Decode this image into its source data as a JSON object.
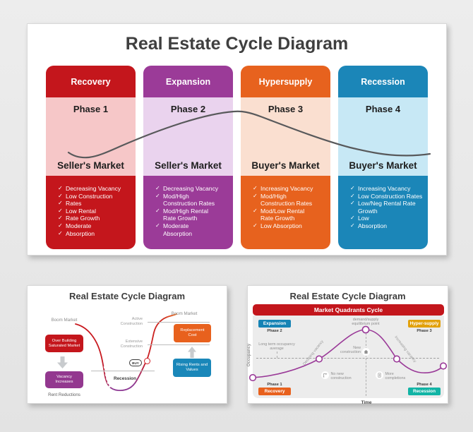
{
  "icons": {
    "check": "✓"
  },
  "main_slide": {
    "title": "Real Estate Cycle Diagram",
    "curve_color": "#58595b",
    "columns": [
      {
        "header": "Recovery",
        "phase": "Phase 1",
        "market": "Seller's Market",
        "color": "#c4161c",
        "tint": "#f6c7c8",
        "items": [
          "Decreasing Vacancy",
          "Low Construction",
          "Rates",
          "Low Rental",
          "Rate Growth",
          "Moderate",
          "Absorption"
        ]
      },
      {
        "header": "Expansion",
        "phase": "Phase 2",
        "market": "Seller's Market",
        "color": "#9b3b98",
        "tint": "#ead3ee",
        "items": [
          "Decreasing Vacancy",
          "Mod/High\nConstruction Rates",
          "Mod/High Rental\nRate Growth",
          "Moderate\nAbsorption"
        ]
      },
      {
        "header": "Hypersupply",
        "phase": "Phase 3",
        "market": "Buyer's Market",
        "color": "#e7621e",
        "tint": "#fadfd0",
        "items": [
          "Increasing Vacancy",
          "Mod/High\nConstruction Rates",
          "Mod/Low Rental\nRate Growth",
          "Low Absorption"
        ]
      },
      {
        "header": "Recession",
        "phase": "Phase 4",
        "market": "Buyer's Market",
        "color": "#1b86b8",
        "tint": "#c7e8f5",
        "items": [
          "Increasing Vacancy",
          "Low Construction Rates",
          "Low/Neg Rental Rate\nGrowth",
          "Low",
          "Absorption"
        ]
      }
    ]
  },
  "cycle_slide": {
    "title": "Real Estate Cycle Diagram",
    "boom_market_left": "Boom Market",
    "boom_market_right": "Boom Market",
    "over_building": "Over Building\nSaturated Market",
    "vacancy_increases": "Vacancy\nIncreases",
    "rent_reductions": "Rent Reductions",
    "active_construction": "Active\nConstruction",
    "extensive_construction": "Extensive\nConstruction",
    "replacement_cost": "Replacement\nCost",
    "rising_rents": "Rising Rents and\nValues",
    "buy": "BUY",
    "recession": "Recession",
    "colors": {
      "over_building": "#c4161c",
      "vacancy": "#93388f",
      "replacement": "#e8611d",
      "rising": "#1a87b9",
      "curve_red": "#c8181e",
      "curve_purple": "#8e3a94",
      "curve_orange": "#ee7b2e"
    }
  },
  "quadrant_slide": {
    "title": "Real Estate Cycle Diagram",
    "banner": "Market Quadrants Cycle",
    "axis_y": "Occupancy",
    "axis_x": "Time",
    "equilibrium": "demand/supply\nequilibrium point",
    "long_term": "Long term occupancy\naverage",
    "declining": "Declining vacancy",
    "increasing": "Increasing vacancy",
    "new_construction": "New\nconstruction",
    "no_new_construction": "No new\nconstruction",
    "more_completions": "More\ncompletions",
    "quadrants": [
      {
        "badge": "Expansion",
        "phase": "Phase 2",
        "color": "#1583b5"
      },
      {
        "badge": "Hyper-supply",
        "phase": "Phase 3",
        "color": "#e2a10c"
      },
      {
        "badge": "Recovery",
        "phase": "Phase 1",
        "color": "#e8611d"
      },
      {
        "badge": "Recession",
        "phase": "Phase 4",
        "color": "#12b4a5"
      }
    ],
    "banner_color": "#c3161c",
    "curve_color": "#9a3a98"
  }
}
